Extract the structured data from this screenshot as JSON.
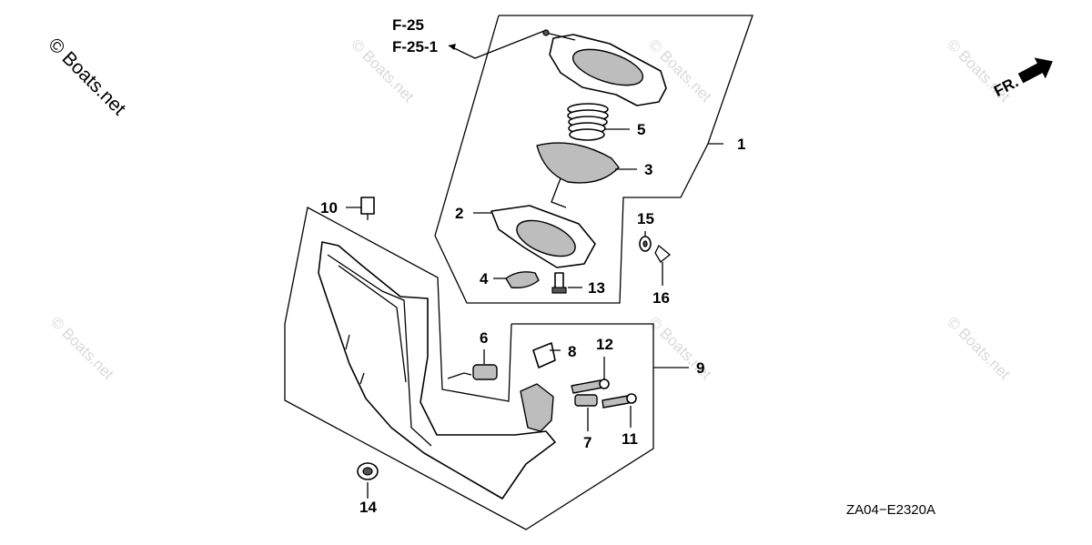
{
  "watermark_main": "© Boats.net",
  "watermark_faint": "© Boats.net",
  "refs": [
    "F-25",
    "F-25-1"
  ],
  "front_label": "FR.",
  "diagram_code": "ZA04−E2320A",
  "callouts": {
    "c1": "1",
    "c2": "2",
    "c3": "3",
    "c4": "4",
    "c5": "5",
    "c6": "6",
    "c7": "7",
    "c8": "8",
    "c9": "9",
    "c10": "10",
    "c11": "11",
    "c12": "12",
    "c13": "13",
    "c14": "14",
    "c15": "15",
    "c16": "16"
  }
}
